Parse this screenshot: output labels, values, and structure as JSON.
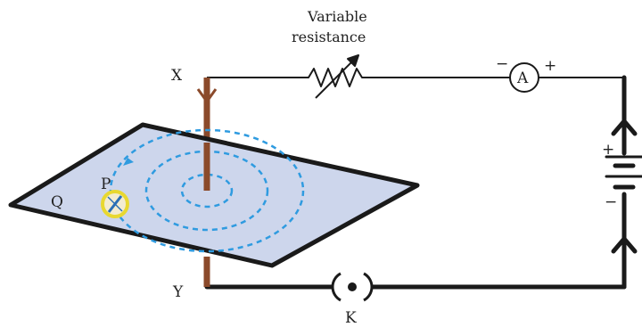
{
  "labels": {
    "title_line1": "Variable",
    "title_line2": "resistance",
    "x": "X",
    "y": "Y",
    "p": "P",
    "q": "Q",
    "k": "K",
    "ammeter": "A",
    "ammeter_minus": "−",
    "ammeter_plus": "+",
    "battery_plus": "+",
    "battery_minus": "−"
  },
  "colors": {
    "wire": "#1a1a1a",
    "conductor": "#8b4a2b",
    "board": "#cdd6ec",
    "field_lines": "#2f9be0",
    "compass_ring": "#e8d830",
    "compass_needle": "#2a6fb5"
  },
  "icons": [
    "rheostat-icon",
    "ammeter-icon",
    "battery-icon",
    "key-icon",
    "compass-icon"
  ]
}
